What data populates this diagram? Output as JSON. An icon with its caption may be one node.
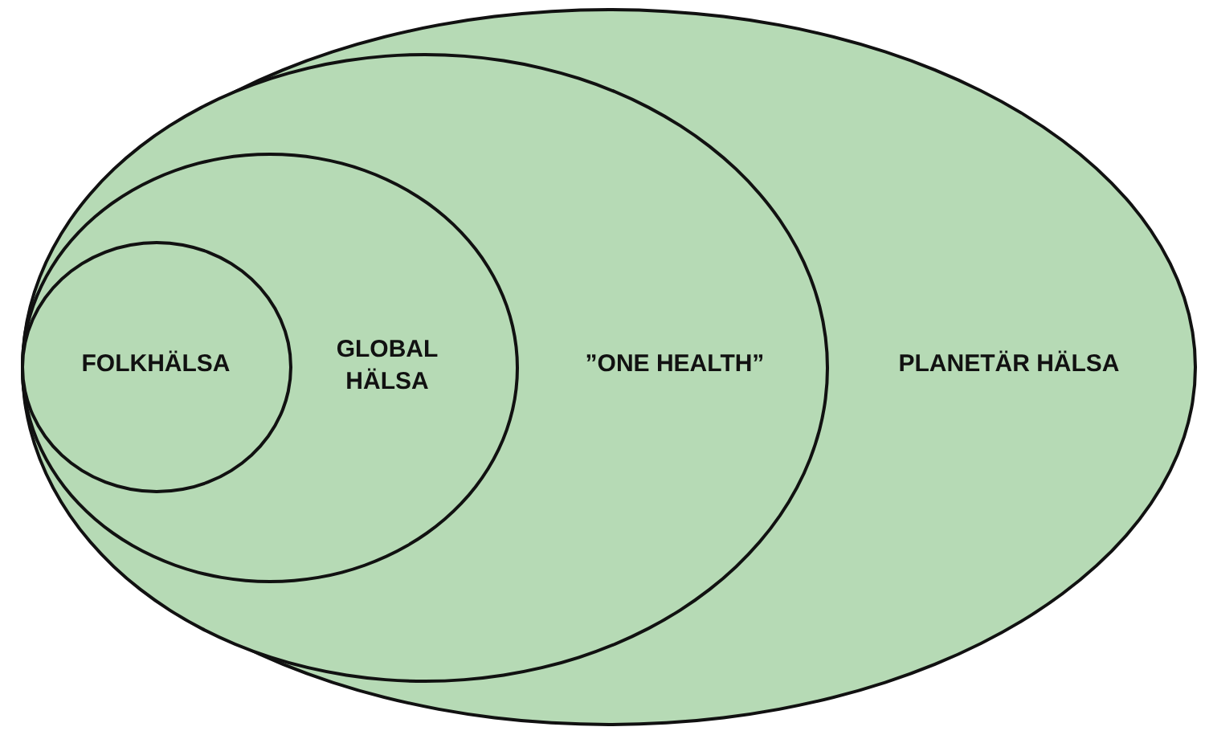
{
  "diagram": {
    "nodes": [
      {
        "text": [
          "PLANETÄR HÄLSA"
        ]
      },
      {
        "text": [
          "”ONE HEALTH”"
        ],
        "in": 0
      },
      {
        "text": [
          "GLOBAL HÄLSA"
        ],
        "in": 1
      },
      {
        "text": [
          "FOLKHÄLSA"
        ],
        "in": 2
      }
    ]
  }
}
